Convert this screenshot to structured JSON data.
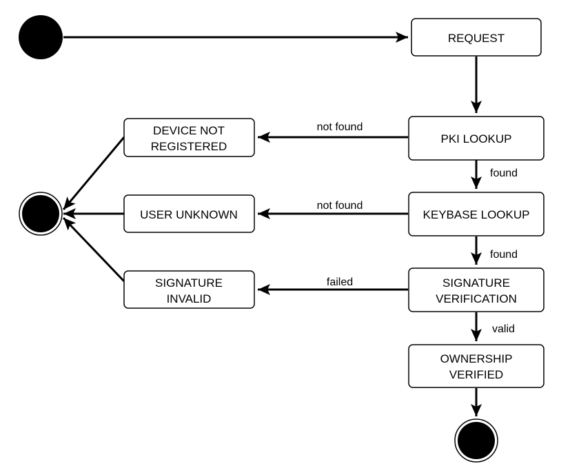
{
  "diagram": {
    "states": {
      "request": [
        "REQUEST"
      ],
      "pki_lookup": [
        "PKI LOOKUP"
      ],
      "keybase_lookup": [
        "KEYBASE LOOKUP"
      ],
      "signature_verification": [
        "SIGNATURE",
        "VERIFICATION"
      ],
      "ownership_verified": [
        "OWNERSHIP",
        "VERIFIED"
      ],
      "device_not_registered": [
        "DEVICE NOT",
        "REGISTERED"
      ],
      "user_unknown": [
        "USER UNKNOWN"
      ],
      "signature_invalid": [
        "SIGNATURE",
        "INVALID"
      ]
    },
    "edges": {
      "pki_not_found": "not found",
      "pki_found": "found",
      "keybase_not_found": "not found",
      "keybase_found": "found",
      "signature_failed": "failed",
      "signature_valid": "valid"
    },
    "colors": {
      "stroke": "#000000",
      "fill": "#ffffff",
      "node": "#000000"
    }
  }
}
